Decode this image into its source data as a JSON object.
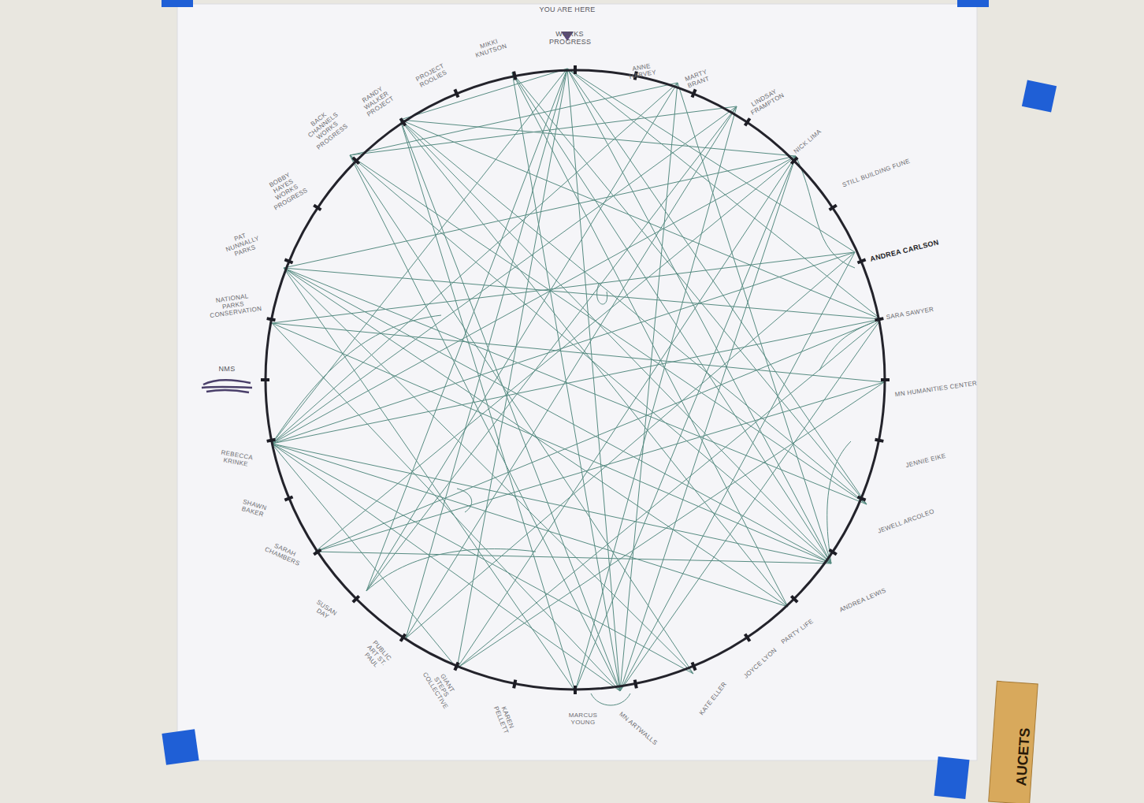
{
  "diagram": {
    "labels": [
      "YOU ARE HERE",
      "WORKS PROGRESS",
      "MIKKI KNUTSON",
      "PROJECT ROOLIES",
      "RANDY WALKER PROJECT",
      "BACK CHANNELS WORKS PROGRESS",
      "BOBBY HAYES WORKS PROGRESS",
      "PAT NUNNALLY PARKS",
      "NATIONAL PARKS CONSERVATION",
      "NMS",
      "REBECCA KRINKE",
      "SHAWN BAKER",
      "SARAH CHAMBERS",
      "SUSAN DAY",
      "PUBLIC ART ST. PAUL",
      "GIANT STEPS COLLECTIVE",
      "KAREN PELLETT",
      "MARCUS YOUNG",
      "MN ARTWALLS",
      "KATE ELLER",
      "JOYCE LYON",
      "PARTY LIFE",
      "ANDREA LEWIS",
      "JEWELL ARCOLEO",
      "JENNIE EIKE",
      "MN HUMANITIES CENTER",
      "SARA SAWYER",
      "ANDREA CARLSON",
      "STILL BUILDING FUNE",
      "NICK LIMA",
      "LINDSAY FRAMPTON",
      "MARTY BRANT",
      "ANNE HARVEY",
      "AUCETS"
    ]
  }
}
